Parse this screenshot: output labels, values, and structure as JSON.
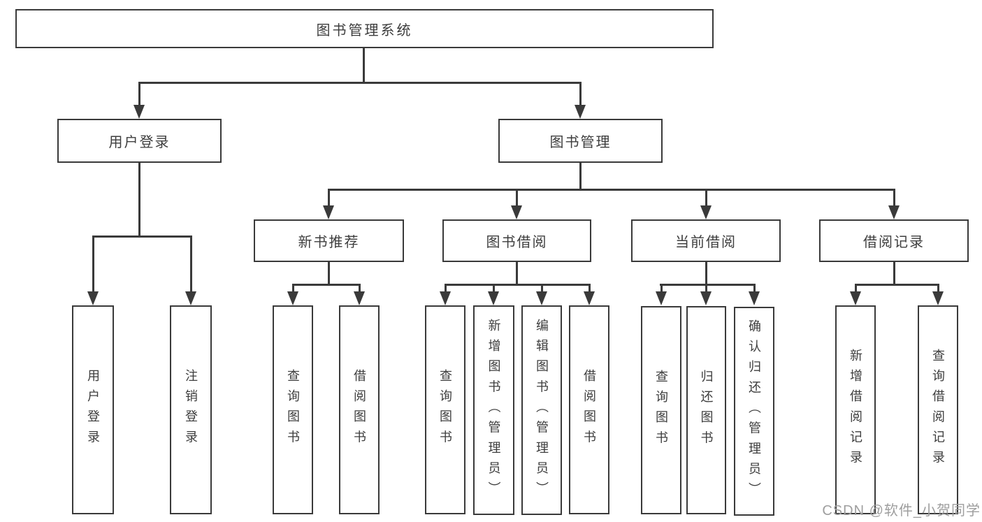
{
  "colors": {
    "line": "#3a3a3a",
    "text": "#3d3d3d",
    "watermark": "#9e9e9e",
    "background": "#ffffff"
  },
  "tree": {
    "root": {
      "label": "图书管理系统"
    },
    "branches": [
      {
        "label": "用户登录",
        "children": [
          {
            "label": "用户登录"
          },
          {
            "label": "注销登录"
          }
        ]
      },
      {
        "label": "图书管理",
        "children": [
          {
            "label": "新书推荐",
            "children": [
              {
                "label": "查询图书"
              },
              {
                "label": "借阅图书"
              }
            ]
          },
          {
            "label": "图书借阅",
            "children": [
              {
                "label": "查询图书"
              },
              {
                "label": "新增图书（管理员）"
              },
              {
                "label": "编辑图书（管理员）"
              },
              {
                "label": "借阅图书"
              }
            ]
          },
          {
            "label": "当前借阅",
            "children": [
              {
                "label": "查询图书"
              },
              {
                "label": "归还图书"
              },
              {
                "label": "确认归还（管理员）"
              }
            ]
          },
          {
            "label": "借阅记录",
            "children": [
              {
                "label": "新增借阅记录"
              },
              {
                "label": "查询借阅记录"
              }
            ]
          }
        ]
      }
    ]
  },
  "watermark": {
    "text": "CSDN @软件_小贺同学"
  }
}
